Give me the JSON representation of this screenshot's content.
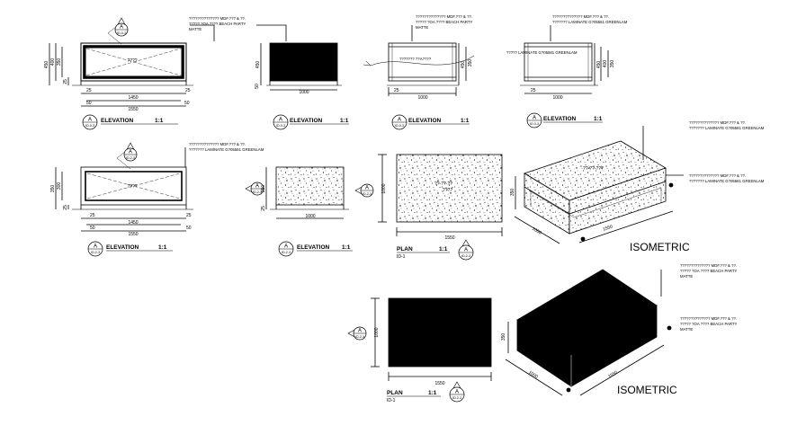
{
  "sheet": {
    "background": "#ffffff",
    "line": "#000000"
  },
  "tags": {
    "elev_a": {
      "letter": "A",
      "code": "ID-0-3"
    },
    "elev_b": {
      "letter": "A",
      "code": "ID-0-3"
    },
    "elev_c": {
      "letter": "A",
      "code": "ID-0-3"
    },
    "elev_d": {
      "letter": "A",
      "code": "ID-0-3"
    },
    "elev_e": {
      "letter": "A",
      "code": "ID-2-3"
    },
    "elev_f": {
      "letter": "A",
      "code": "ID-2-3"
    },
    "plan_1": {
      "letter": "A",
      "code": "ID-2-3"
    },
    "plan_2": {
      "letter": "A",
      "code": "ID-2-3"
    },
    "sec_top_a": {
      "letter": "A",
      "code": "ID-0-3"
    },
    "sec_top_e": {
      "letter": "A",
      "code": "ID-2-3"
    },
    "sec_side_f": {
      "letter": "A",
      "code": "ID-2-3"
    },
    "sec_side_p1": {
      "letter": "A",
      "code": "ID-2-3"
    },
    "sec_side_p2": {
      "letter": "A",
      "code": "ID-2-3"
    }
  },
  "titles": {
    "elevation": "ELEVATION",
    "plan": "PLAN",
    "scale": "1:1",
    "plan_code": "ID-1",
    "isometric": "ISOMETRIC"
  },
  "notes": {
    "n1_l1": "?????????????? MDF.??? & ??.",
    "n1_l2": "????? ?OA ???? BEACH PARTY",
    "n1_l3": "MATTE",
    "n2_l1": "?????????????? MDF.??? & ??.",
    "n2_l2": "????? ?OA ???? BEACH PARTY",
    "n2_l3": "MATTE",
    "n3_l1": "?????????????? MDF.??? & ??.",
    "n3_l2": "??????? LAMINATE G?05581 GREENLAM",
    "n4": "????? LAMINATE G?05581 GREENLAM",
    "n5": "??????? ??A????",
    "n6_l1": "?????????????? MDF.??? & ??.",
    "n6_l2": "??????? LAMINATE G?05581 GREENLAM",
    "n7_l1": "?????????????? MDF.??? & ??.",
    "n7_l2": "??????? LAMINATE G?05581 GREENLAM",
    "n8_l1": "?????????????? MDF.??? & ??.",
    "n8_l2": "??????? LAMINATE G?05581 GREENLAM",
    "n9_l1": "?????????????? MDF.??? & ??.",
    "n9_l2": "????? ?OA ???? BEACH PARTY",
    "n9_l3": "MATTE",
    "n10_l1": "?????????????? MDF.??? & ??.",
    "n10_l2": "????? ?OA ???? BEACH PARTY",
    "n10_l3": "MATTE",
    "plan_text_1": "??-??-??",
    "plan_text_2": "????",
    "iso_text": "??-??-???",
    "cross_label": "????"
  },
  "dims": {
    "a_w1": "1450",
    "a_w2": "1550",
    "a_l": "25",
    "a_r": "25",
    "a_ll": "50",
    "a_rr": "50",
    "a_h1": "450",
    "a_h2": "400",
    "a_h3": "350",
    "a_h4": "25",
    "b_w": "1000",
    "b_h": "450",
    "b_l": "50",
    "c_w": "1000",
    "c_h1": "450",
    "c_h2": "350",
    "c_l": "25",
    "d_w": "1000",
    "d_h1": "450",
    "d_h2": "400",
    "d_h3": "350",
    "d_l": "25",
    "e_w1": "1450",
    "e_w2": "1550",
    "e_l": "25",
    "e_r": "25",
    "e_ll": "50",
    "e_rr": "50",
    "e_h1": "350",
    "e_h2": "300",
    "e_h3": "25",
    "f_w": "1000",
    "f_h1": "350",
    "f_h2": "25",
    "p1_w": "1550",
    "p1_h": "1000",
    "i1_w": "1550",
    "i1_d": "1000",
    "i1_h": "350",
    "p2_w": "1550",
    "p2_h": "1000",
    "i2_w": "1550",
    "i2_d": "1000",
    "i2_h": "350"
  }
}
